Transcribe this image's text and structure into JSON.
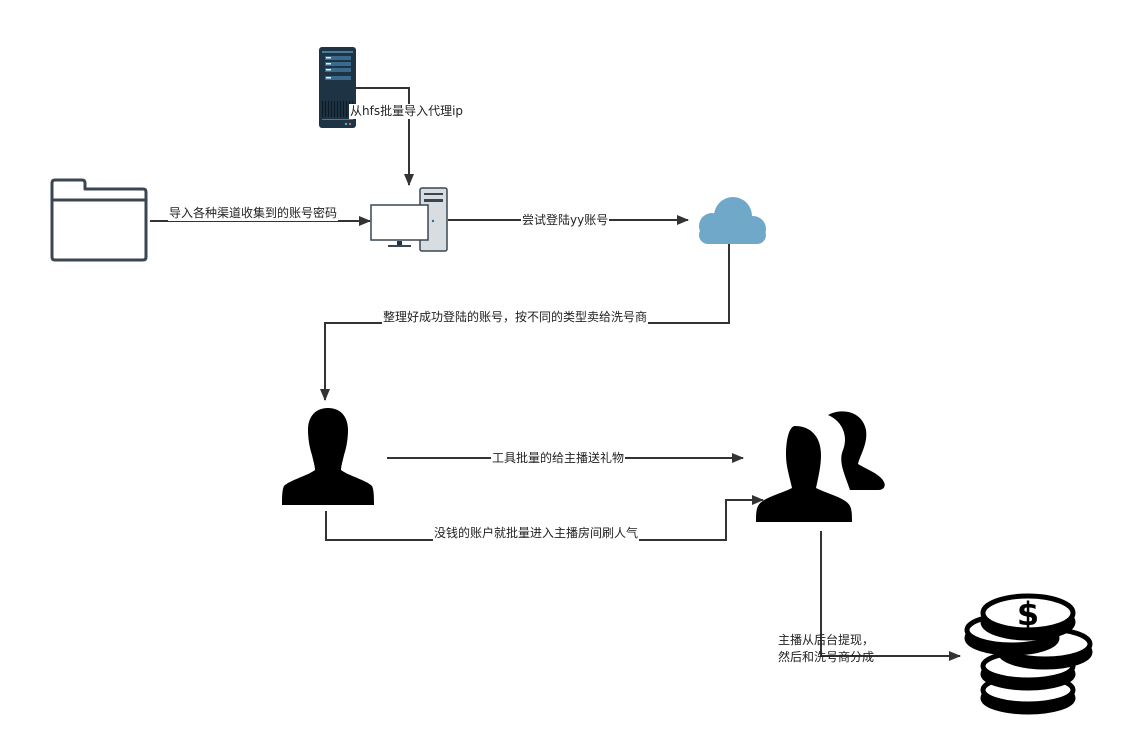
{
  "diagram": {
    "title": "",
    "nodes": [
      {
        "id": "server",
        "icon": "server-icon",
        "label": ""
      },
      {
        "id": "folder",
        "icon": "folder-icon",
        "label": ""
      },
      {
        "id": "computer",
        "icon": "desktop-computer-icon",
        "label": ""
      },
      {
        "id": "cloud",
        "icon": "cloud-icon",
        "label": ""
      },
      {
        "id": "user",
        "icon": "user-silhouette-icon",
        "label": ""
      },
      {
        "id": "group",
        "icon": "user-group-icon",
        "label": ""
      },
      {
        "id": "coins",
        "icon": "coin-stack-icon",
        "label": ""
      }
    ],
    "edges": [
      {
        "from": "server",
        "to": "computer",
        "label": "从hfs批量导入代理ip"
      },
      {
        "from": "folder",
        "to": "computer",
        "label": "导入各种渠道收集到的账号密码"
      },
      {
        "from": "computer",
        "to": "cloud",
        "label": "尝试登陆yy账号"
      },
      {
        "from": "cloud",
        "to": "user",
        "label": "整理好成功登陆的账号，按不同的类型卖给洗号商"
      },
      {
        "from": "user",
        "to": "group",
        "label": "工具批量的给主播送礼物"
      },
      {
        "from": "user",
        "to": "group",
        "label": "没钱的账户就批量进入主播房间刷人气"
      },
      {
        "from": "group",
        "to": "coins",
        "label": "主播从后台提现，\n然后和洗号商分成"
      }
    ],
    "colors": {
      "edge": "#333333",
      "server_body": "#1e3445",
      "server_panel": "#3a6b8c",
      "cloud": "#6fa8c9",
      "folder_stroke": "#3a4650",
      "monitor_stroke": "#3a4650",
      "tower_fill": "#d8dde2",
      "silhouette": "#000000"
    }
  }
}
